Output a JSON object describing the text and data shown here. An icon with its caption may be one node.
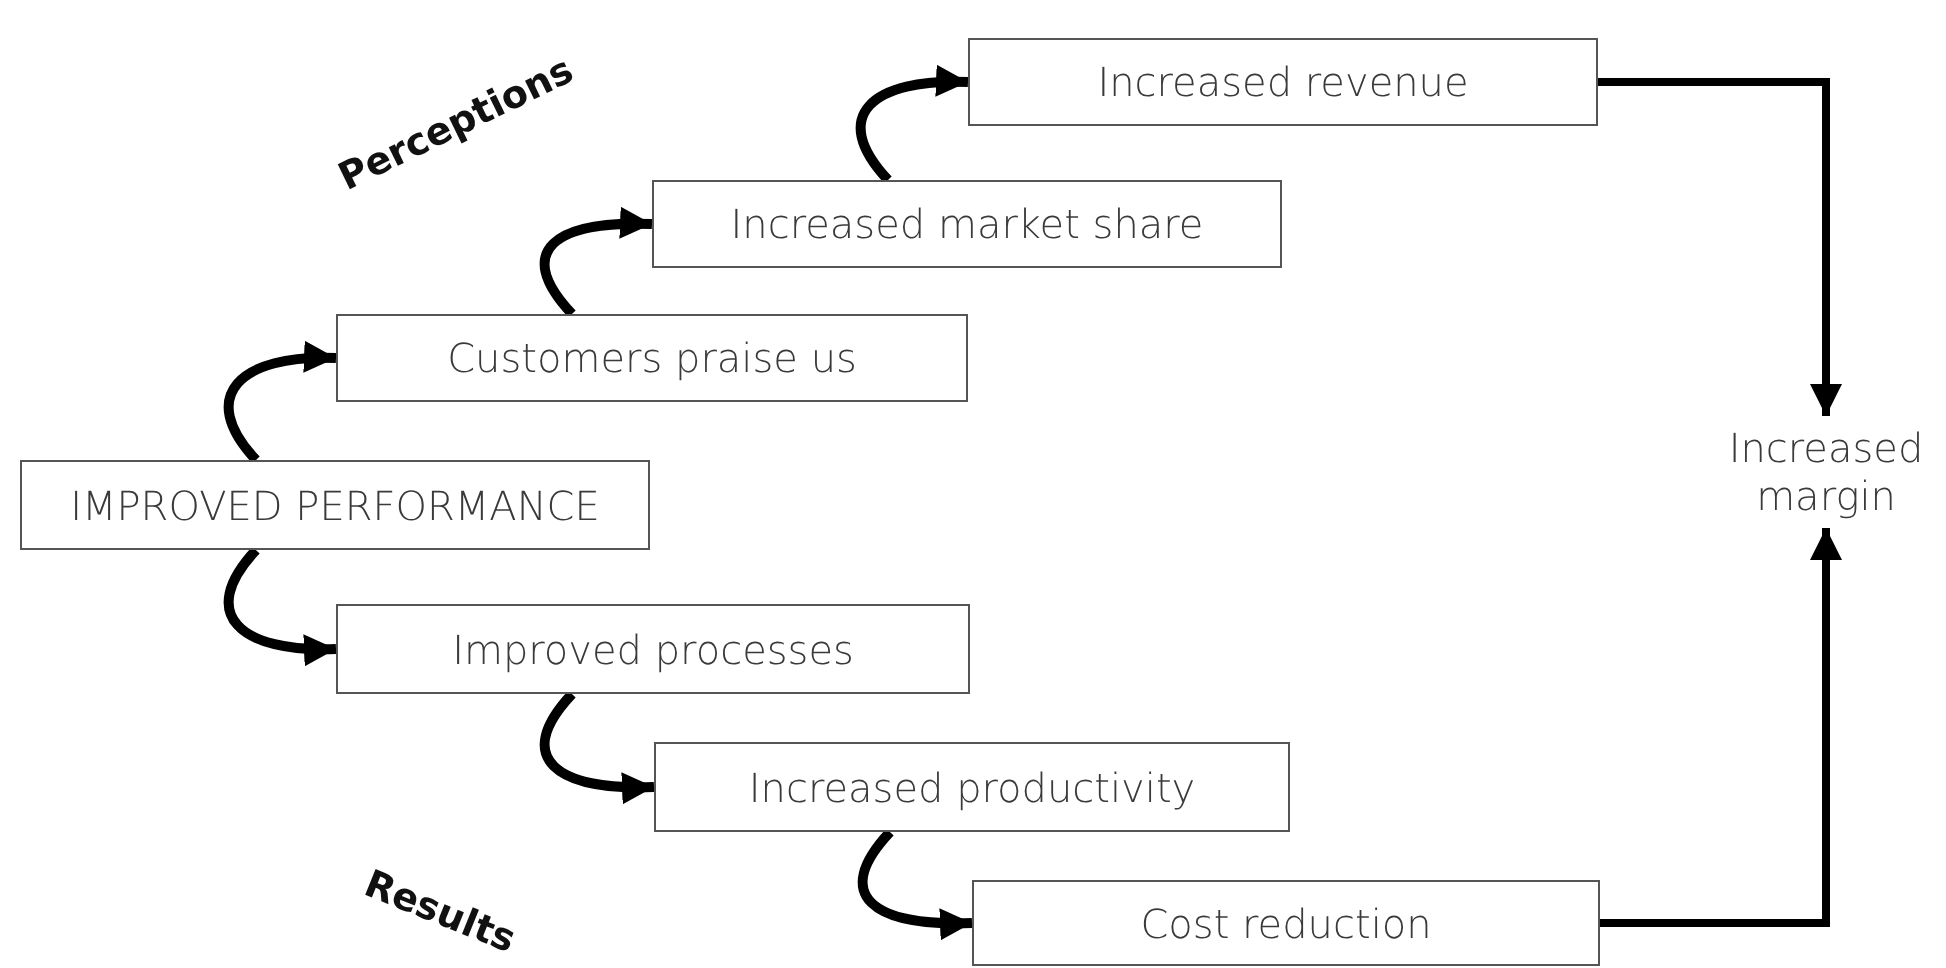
{
  "diagram": {
    "nodes": [
      {
        "text": [
          "IMPROVED PERFORMANCE"
        ]
      },
      {
        "text": [
          "Customers praise us"
        ]
      },
      {
        "text": [
          "Increased market share"
        ]
      },
      {
        "text": [
          "Increased revenue"
        ]
      },
      {
        "text": [
          "Improved processes"
        ]
      },
      {
        "text": [
          "Increased productivity"
        ]
      },
      {
        "text": [
          "Cost reduction"
        ]
      },
      {
        "text": [
          "Increased margin"
        ]
      }
    ],
    "edges": [
      {
        "from": 0,
        "to": 1,
        "arrow": "to"
      },
      {
        "from": 1,
        "to": 2,
        "arrow": "to"
      },
      {
        "from": 2,
        "to": 3,
        "arrow": "to"
      },
      {
        "from": 0,
        "to": 4,
        "arrow": "to"
      },
      {
        "from": 4,
        "to": 5,
        "arrow": "to"
      },
      {
        "from": 5,
        "to": 6,
        "arrow": "to"
      },
      {
        "from": 3,
        "to": 7,
        "arrow": "to"
      },
      {
        "from": 6,
        "to": 7,
        "arrow": "to"
      }
    ],
    "labels": [
      "Perceptions",
      "Results"
    ]
  }
}
